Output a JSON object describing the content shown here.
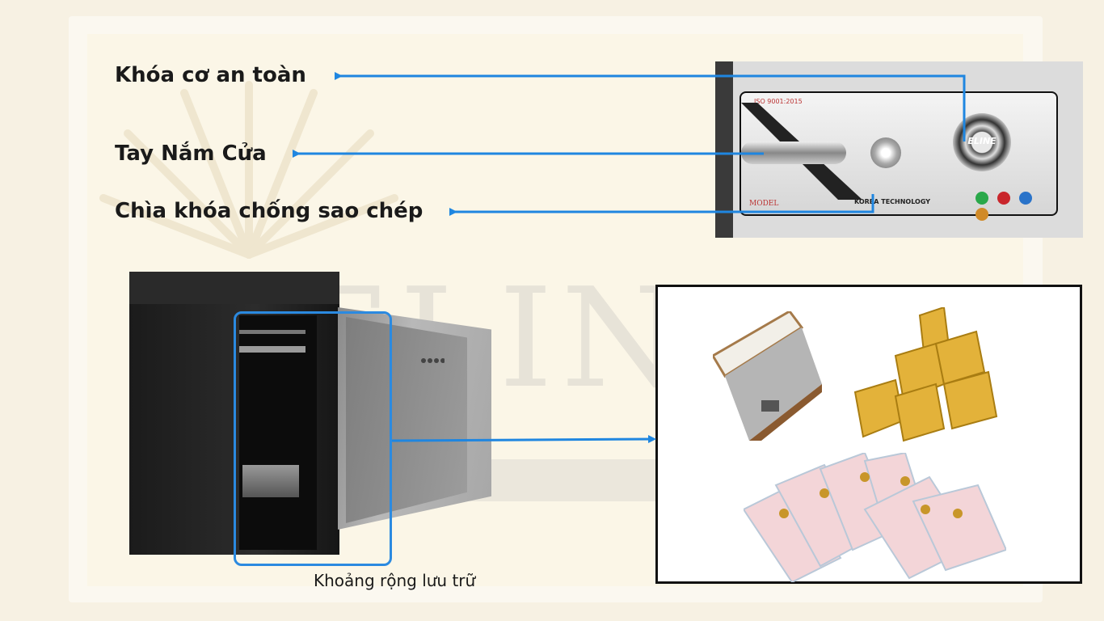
{
  "labels": {
    "lock": "Khóa cơ an toàn",
    "handle": "Tay Nắm Cửa",
    "key": "Chìa khóa chống sao chép"
  },
  "panel": {
    "iso": "ISO 9001:2015",
    "model": "MODEL",
    "korea": "KOREA TECHNOLOGY",
    "dial_brand": "ELINE"
  },
  "watermark": "ELINE",
  "storage_caption": "Khoảng rộng lưu trữ",
  "colors": {
    "arrow": "#1f86e0",
    "background": "#f7f1e3"
  }
}
